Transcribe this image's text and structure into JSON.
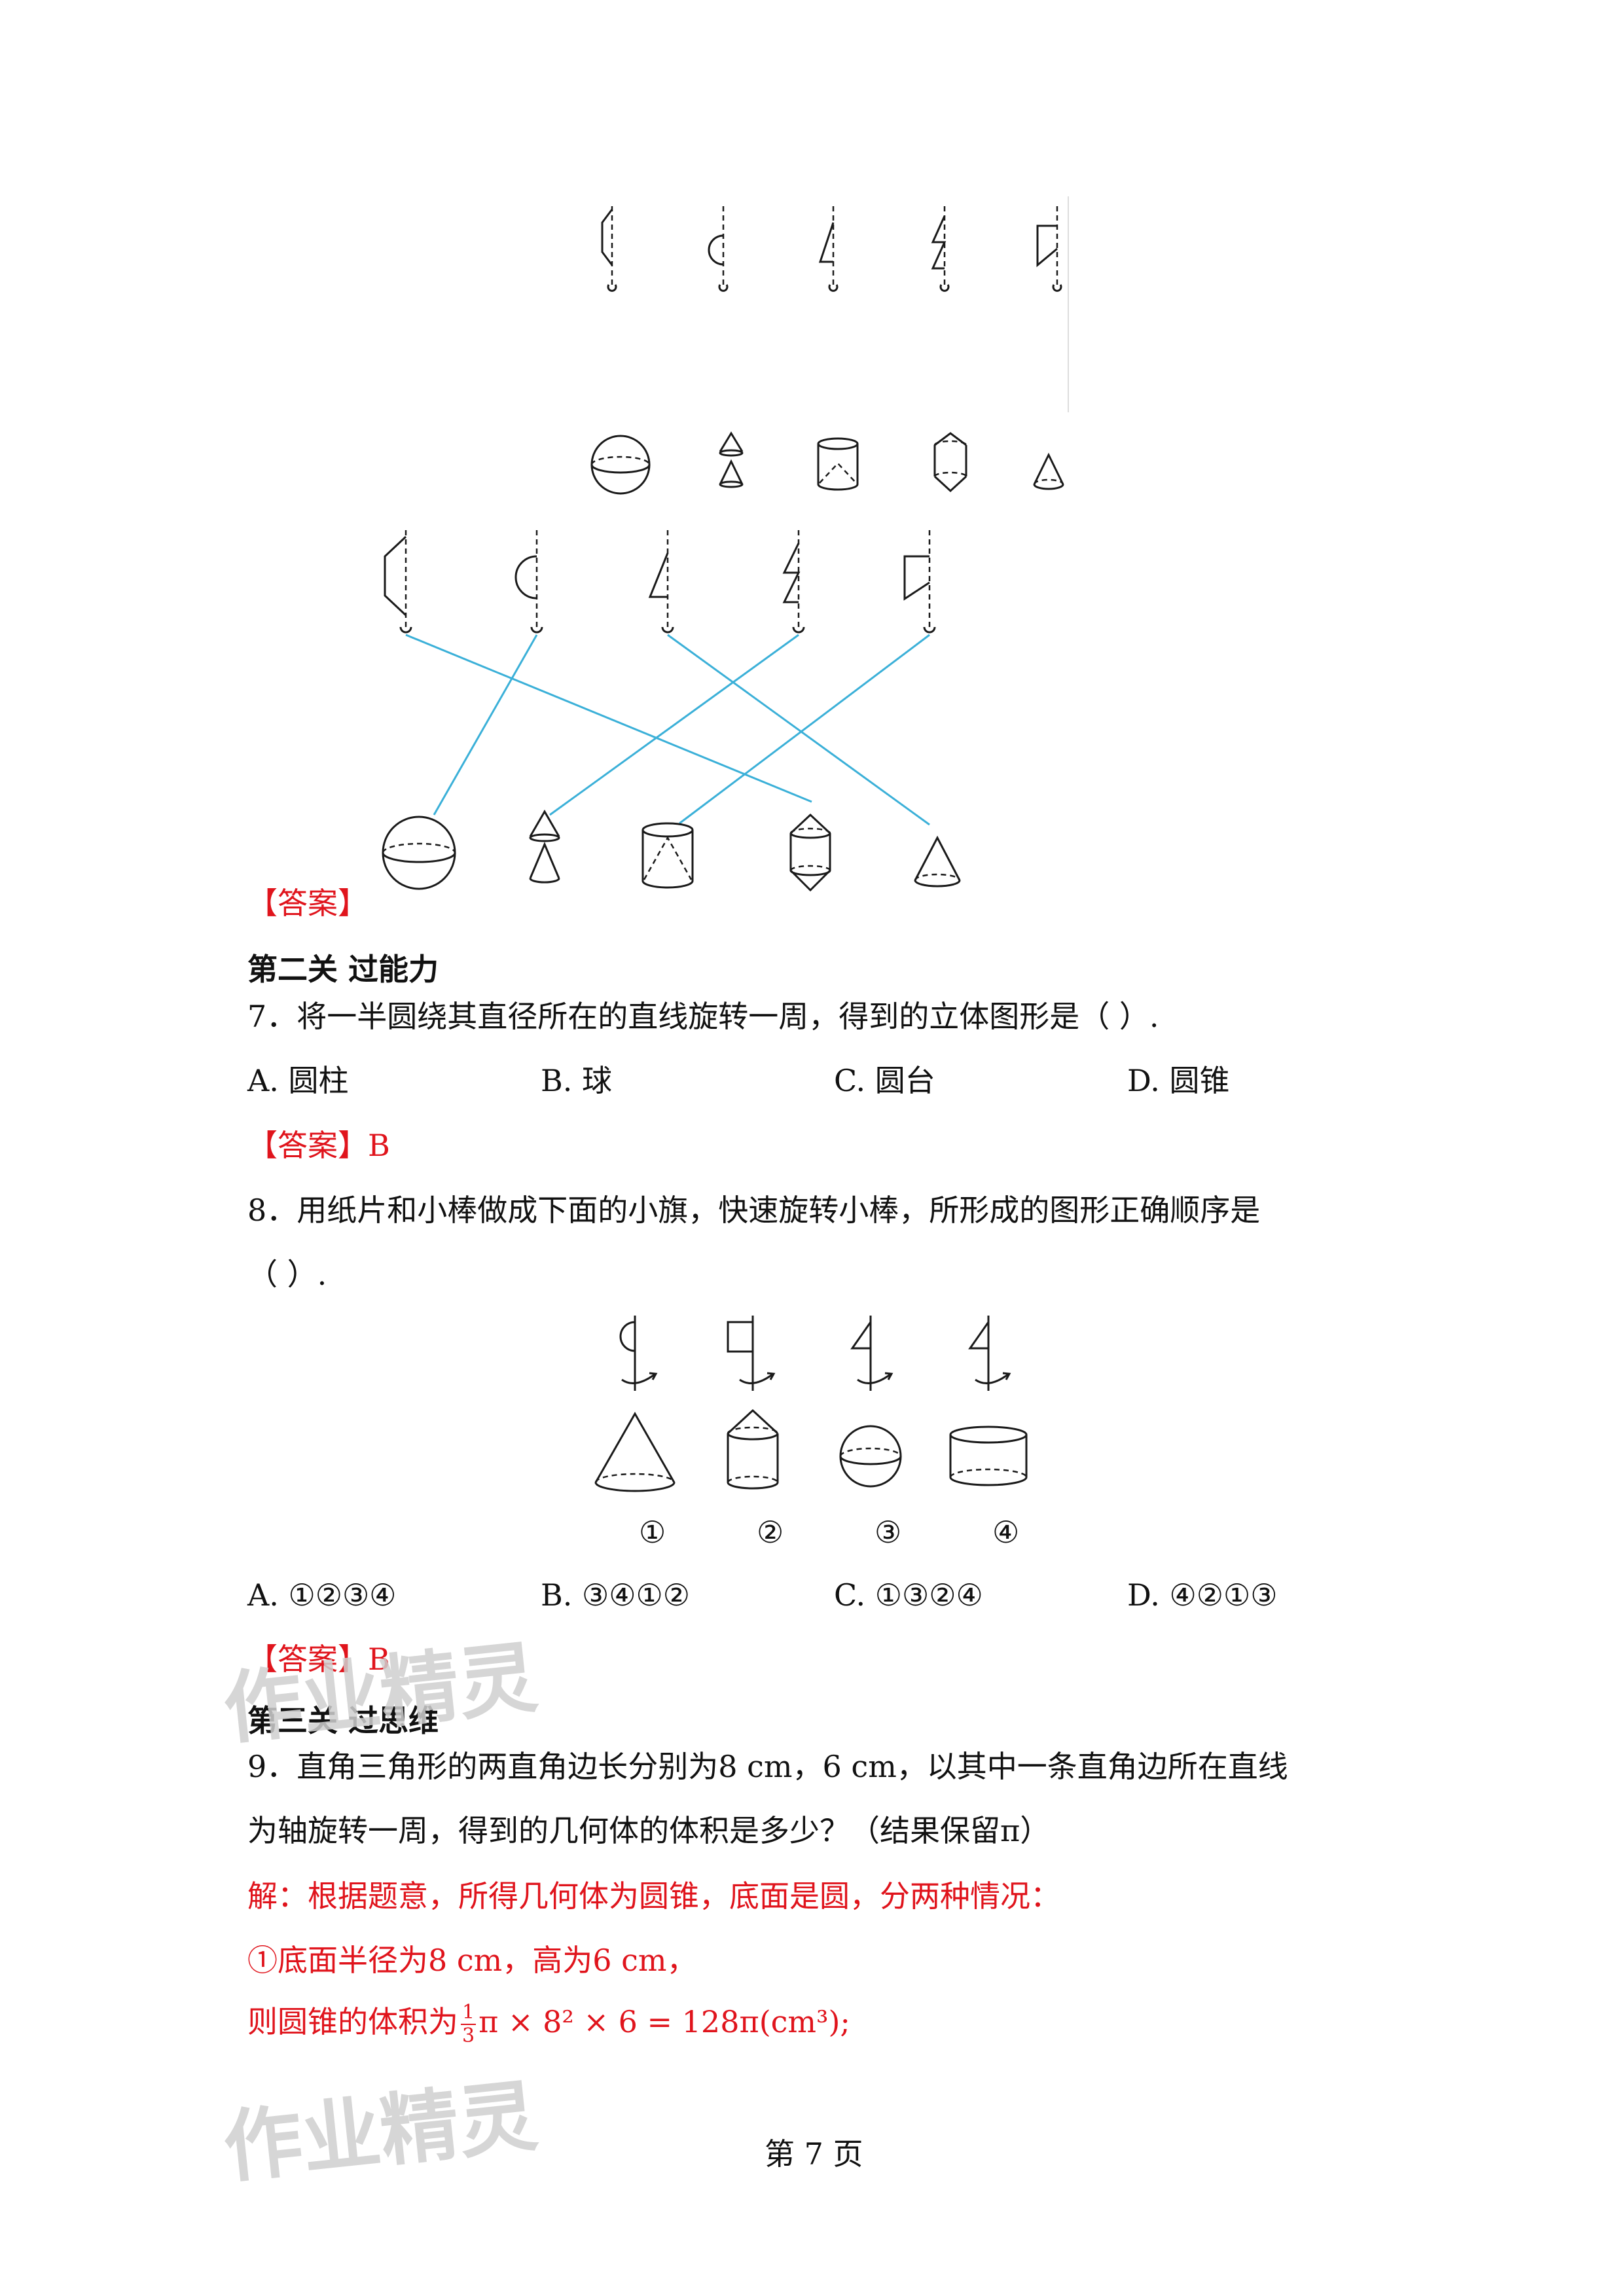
{
  "answers": {
    "a1": "【答案】",
    "a2": "【答案】B",
    "a3": "【答案】B"
  },
  "sections": {
    "s2": "第二关 过能力",
    "s3": "第三关 过思维"
  },
  "q7": {
    "stem": "7．将一半圆绕其直径所在的直线旋转一周，得到的立体图形是（ ）.",
    "options": [
      "A. 圆柱",
      "B. 球",
      "C. 圆台",
      "D. 圆锥"
    ]
  },
  "q8": {
    "stem_line1": "8．用纸片和小棒做成下面的小旗，快速旋转小棒，所形成的图形正确顺序是",
    "stem_line2": "（ ）.",
    "figure_labels": [
      "①",
      "②",
      "③",
      "④"
    ],
    "options": [
      "A. ①②③④",
      "B. ③④①②",
      "C. ①③②④",
      "D. ④②①③"
    ]
  },
  "q9": {
    "stem_line1": "9．直角三角形的两直角边长分别为8 cm，6 cm，以其中一条直角边所在直线",
    "stem_line2": "为轴旋转一周，得到的几何体的体积是多少？（结果保留π）",
    "sol_line1": "解：根据题意，所得几何体为圆锥，底面是圆，分两种情况：",
    "sol_line2": "①底面半径为8 cm，高为6 cm，",
    "sol_line3_prefix": "则圆锥的体积为",
    "frac_num": "1",
    "frac_den": "3",
    "sol_line3_suffix": "π × 8² × 6 = 128π(cm³);"
  },
  "watermark": "作业精灵",
  "footer": "第 7 页",
  "colors": {
    "answer_red": "#e0141c",
    "match_line": "#3bb0d8"
  }
}
